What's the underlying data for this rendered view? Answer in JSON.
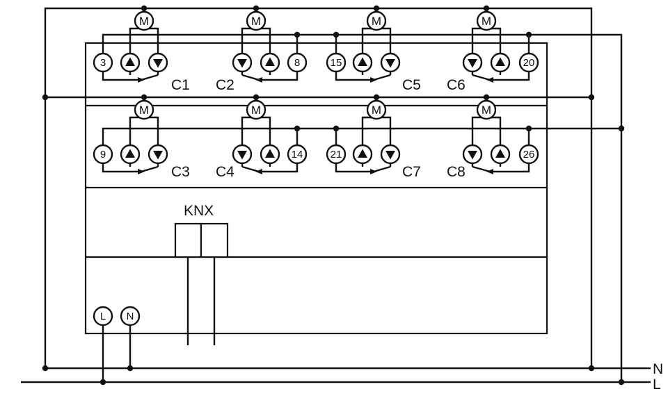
{
  "motor_label": "M",
  "groups": [
    {
      "channel": "C1",
      "terminal": "3"
    },
    {
      "channel": "C2",
      "terminal": "8"
    },
    {
      "channel": "C5",
      "terminal": "15"
    },
    {
      "channel": "C6",
      "terminal": "20"
    },
    {
      "channel": "C3",
      "terminal": "9"
    },
    {
      "channel": "C4",
      "terminal": "14"
    },
    {
      "channel": "C7",
      "terminal": "21"
    },
    {
      "channel": "C8",
      "terminal": "26"
    }
  ],
  "device": {
    "bus_label": "KNX",
    "line_terminal_label": "L",
    "neutral_terminal_label": "N"
  },
  "supply": {
    "neutral_label": "N",
    "line_label": "L"
  }
}
